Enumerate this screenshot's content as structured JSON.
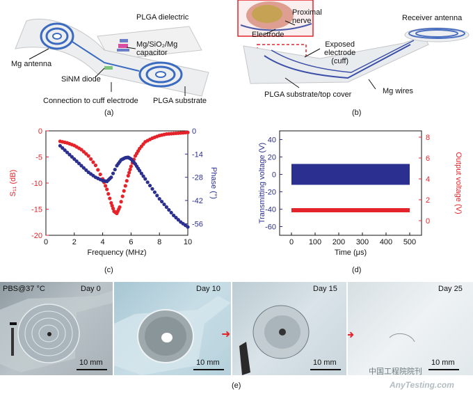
{
  "panel_a": {
    "caption": "(a)",
    "labels": {
      "plga_dielectric": "PLGA dielectric",
      "capacitor": "Mg/SiO₂/Mg\ncapacitor",
      "mg_antenna": "Mg antenna",
      "sinm_diode": "SiNM diode",
      "connection": "Connection to cuff electrode",
      "plga_substrate": "PLGA substrate"
    }
  },
  "panel_b": {
    "caption": "(b)",
    "labels": {
      "proximal_nerve": "Proximal\nnerve",
      "electrode": "Electrode",
      "exposed": "Exposed\nelectrode\n(cuff)",
      "receiver": "Receiver antenna",
      "plga_cover": "PLGA substrate/top cover",
      "mg_wires": "Mg wires"
    }
  },
  "colors": {
    "red": "#e4232a",
    "blue": "#2b2f8f"
  },
  "chart_data": [
    {
      "panel": "(c)",
      "type": "scatter",
      "xlabel": "Frequency (MHz)",
      "ylabel": "S₁₁ (dB)",
      "ylabel_right": "Phase (°)",
      "xlim": [
        0,
        10
      ],
      "ylim": [
        -20,
        0
      ],
      "ylim_right": [
        -63,
        0
      ],
      "x_ticks": [
        "0",
        "2",
        "4",
        "6",
        "8",
        "10"
      ],
      "y_ticks": [
        "0",
        "-5",
        "-10",
        "-15",
        "-20"
      ],
      "y_ticks_right": [
        "0",
        "-14",
        "-28",
        "-42",
        "-56"
      ],
      "series": [
        {
          "axis": "left",
          "color": "#e4232a",
          "x": [
            1,
            1.5,
            2,
            2.5,
            3,
            3.5,
            4,
            4.3,
            4.6,
            4.8,
            5,
            5.2,
            5.5,
            5.8,
            6,
            6.3,
            6.6,
            7,
            7.5,
            8,
            8.5,
            9,
            9.5,
            10
          ],
          "y": [
            -2,
            -2.3,
            -2.8,
            -3.6,
            -4.8,
            -6.6,
            -9.2,
            -11.2,
            -13.8,
            -15.4,
            -15.8,
            -14.6,
            -11.5,
            -8.6,
            -6.8,
            -4.8,
            -3.4,
            -2.1,
            -1.4,
            -0.9,
            -0.6,
            -0.5,
            -0.4,
            -0.3
          ]
        },
        {
          "axis": "right",
          "color": "#2b2f8f",
          "x": [
            1,
            1.5,
            2,
            2.5,
            3,
            3.5,
            4,
            4.3,
            4.6,
            5,
            5.3,
            5.6,
            5.8,
            6,
            6.3,
            6.6,
            7,
            7.5,
            8,
            8.5,
            9,
            9.5,
            10
          ],
          "y": [
            -9,
            -13,
            -17,
            -21,
            -25,
            -28,
            -30,
            -30.5,
            -28,
            -21,
            -17.5,
            -16.2,
            -16,
            -17,
            -20,
            -24,
            -29,
            -35,
            -41,
            -46,
            -51,
            -55,
            -58
          ]
        }
      ]
    },
    {
      "panel": "(d)",
      "type": "line",
      "xlabel": "Time (μs)",
      "ylabel": "Transmitting voltage (V)",
      "ylabel_right": "Output voltage (V)",
      "xlim": [
        -50,
        550
      ],
      "ylim": [
        -70,
        50
      ],
      "ylim_right": [
        -1.4,
        8.6
      ],
      "x_ticks": [
        "0",
        "100",
        "200",
        "300",
        "400",
        "500"
      ],
      "y_ticks": [
        "40",
        "20",
        "0",
        "-20",
        "-40",
        "-60"
      ],
      "y_ticks_right": [
        "8",
        "6",
        "4",
        "2",
        "0"
      ],
      "series": [
        {
          "axis": "left",
          "color": "#2b2f8f",
          "x": [
            0,
            500
          ],
          "amplitude": 12
        },
        {
          "axis": "right",
          "color": "#e4232a",
          "x": [
            0,
            500
          ],
          "value": 1
        }
      ]
    }
  ],
  "panel_c": {
    "caption": "(c)"
  },
  "panel_d": {
    "caption": "(d)"
  },
  "panel_e": {
    "caption": "(e)",
    "condition": "PBS@37 °C",
    "days": [
      "Day 0",
      "Day 10",
      "Day 15",
      "Day 25"
    ],
    "scale_label": "10 mm"
  },
  "watermark": {
    "name": "中国工程院院刊",
    "site": "AnyTesting.com"
  }
}
